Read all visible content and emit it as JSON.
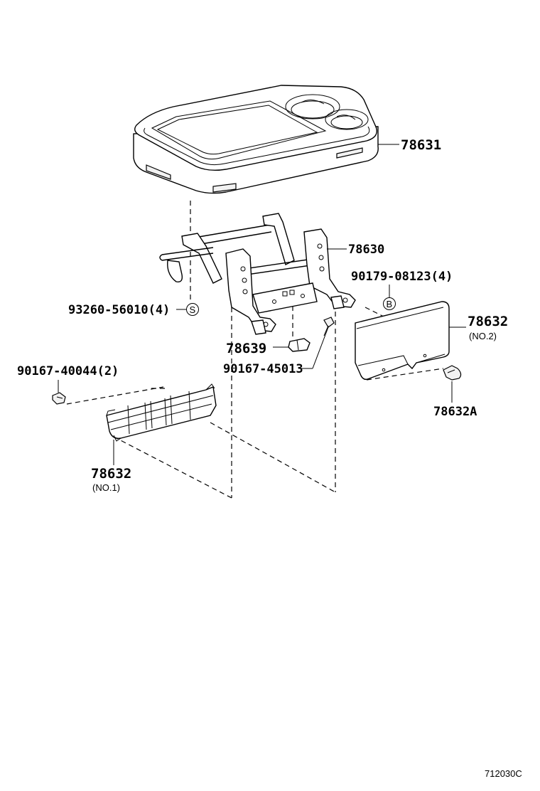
{
  "callouts": {
    "p78631": "78631",
    "p78630": "78630",
    "p90179": "90179-08123(4)",
    "p93260": "93260-56010(4)",
    "p78632_no2": "78632",
    "p78632_no2_sub": "(NO.2)",
    "p78639": "78639",
    "p90167_45013": "90167-45013",
    "p90167_40044": "90167-40044(2)",
    "p78632A": "78632A",
    "p78632_no1": "78632",
    "p78632_no1_sub": "(NO.1)"
  },
  "symbols": {
    "s_marker": "S",
    "b_marker": "B"
  },
  "figure_code": "712030C"
}
